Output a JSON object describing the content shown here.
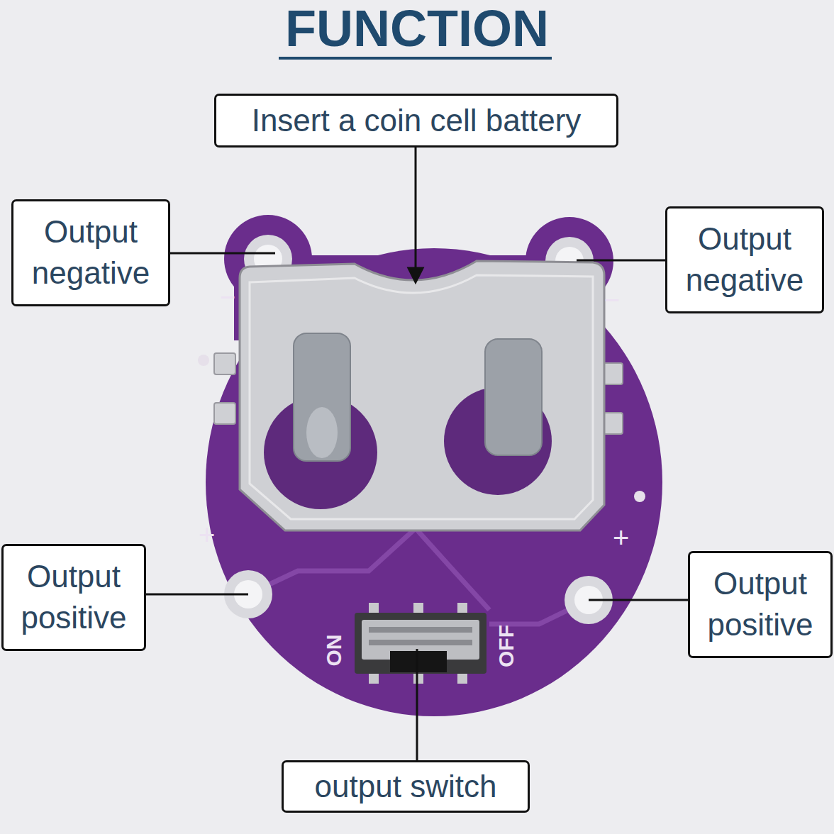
{
  "diagram": {
    "title": "FUNCTION",
    "nodes": [
      {
        "text": [
          "Insert a coin cell battery"
        ]
      },
      {
        "text": [
          "Output negative"
        ]
      },
      {
        "text": [
          "Output negative"
        ]
      },
      {
        "text": [
          "Output positive"
        ]
      },
      {
        "text": [
          "Output positive"
        ]
      },
      {
        "text": [
          "output switch"
        ]
      }
    ],
    "labels": [
      "−",
      "−",
      "+",
      "+",
      "ON",
      "OFF"
    ]
  }
}
